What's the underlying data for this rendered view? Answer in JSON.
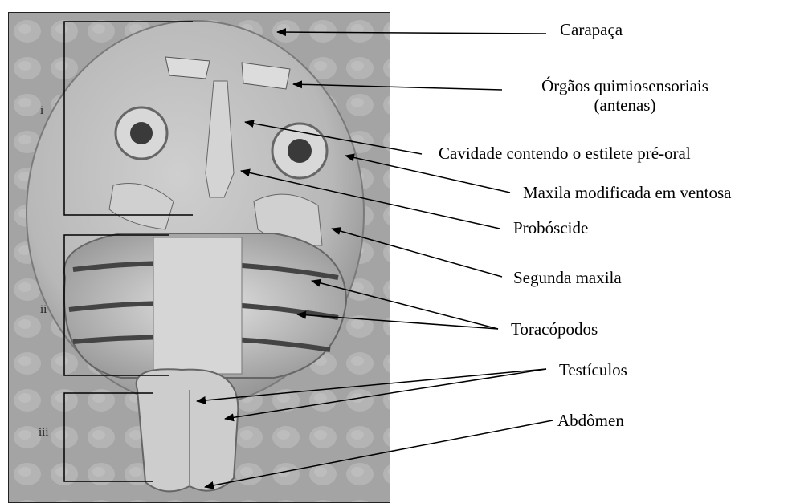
{
  "figure": {
    "labels": {
      "carapace": "Carapaça",
      "chemo_line1": "Órgãos quimiosensoriais",
      "chemo_line2": "(antenas)",
      "cavity": "Cavidade contendo o estilete pré-oral",
      "maxilla_sucker": "Maxila modificada em ventosa",
      "proboscis": "Probóscide",
      "second_maxilla": "Segunda maxila",
      "thoracopods": "Toracópodos",
      "testicles": "Testículos",
      "abdomen": "Abdômen"
    },
    "regions": {
      "region_i": "i",
      "region_ii": "ii",
      "region_iii": "iii"
    },
    "colors": {
      "photo_background": "#a9a9a9",
      "specimen": "#c9c9c9",
      "line": "#000000"
    }
  }
}
